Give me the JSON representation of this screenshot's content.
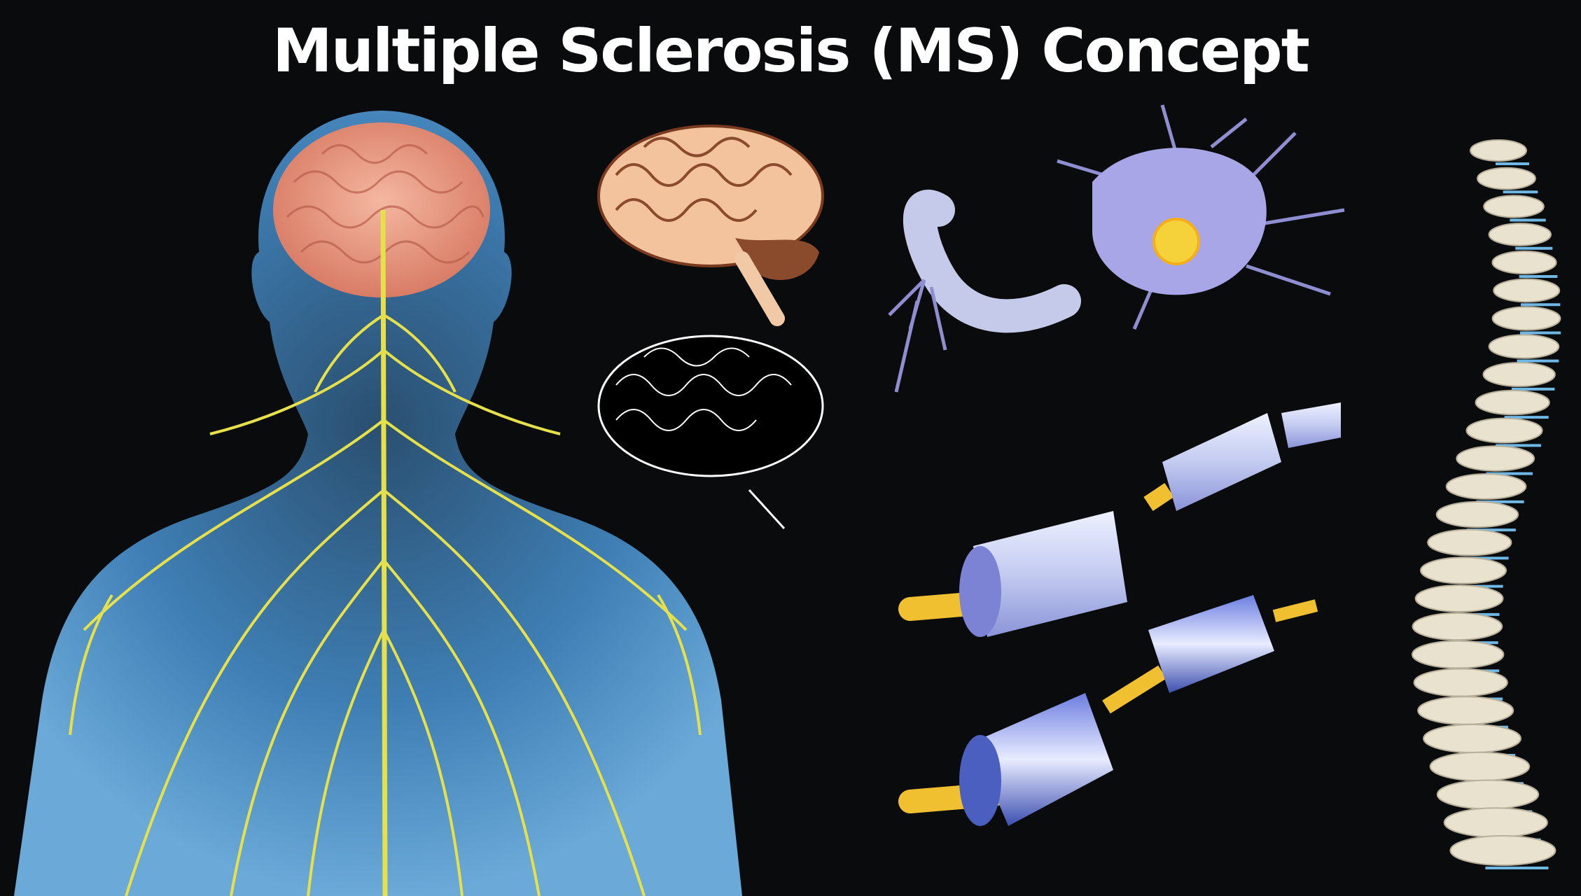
{
  "title": "Multiple Sclerosis (MS) Concept",
  "colors": {
    "background": "#0a0b0d",
    "body": "#4f8fc4",
    "nerves": "#e6e04a",
    "brain": "#e9a08a",
    "myelin": "#c9d3f2",
    "axon": "#f0c030",
    "damaged_myelin": "#4a5fc0",
    "spine": "#e8e2cf",
    "spine_disc": "#6fb8e6",
    "neuron": "#a9a6e8"
  },
  "figures": [
    "human-nervous-system",
    "brain-color",
    "brain-outline",
    "neuron",
    "healthy-myelin-axon",
    "damaged-myelin-axon",
    "spine"
  ]
}
